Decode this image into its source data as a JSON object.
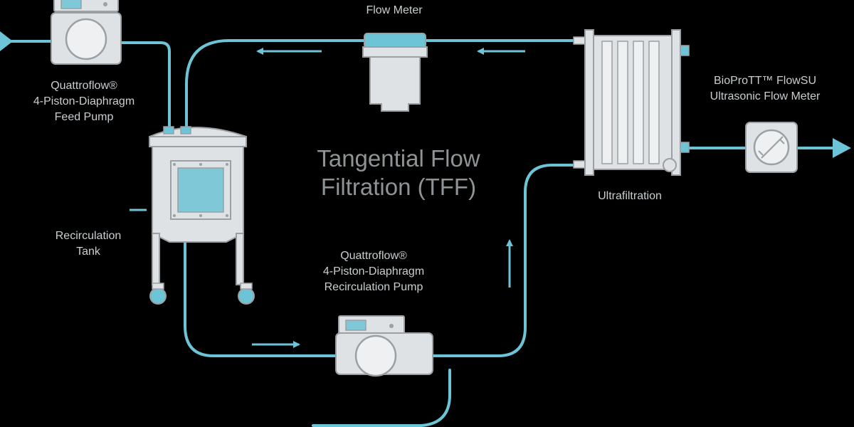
{
  "title": {
    "line1": "Tangential Flow",
    "line2": "Filtration (TFF)"
  },
  "labels": {
    "flow_meter": "Flow Meter",
    "feed_pump": [
      "Quattroflow®",
      "4-Piston-Diaphragm",
      "Feed Pump"
    ],
    "recirc_tank": [
      "Recirculation",
      "Tank"
    ],
    "recirc_pump": [
      "Quattroflow®",
      "4-Piston-Diaphragm",
      "Recirculation Pump"
    ],
    "ultrafiltration": "Ultrafiltration",
    "flowsu": [
      "BioProTT™ FlowSU",
      "Ultrasonic Flow Meter"
    ]
  },
  "colors": {
    "pipe": "#6cc4d6",
    "equipment_fill": "#dfe2e4",
    "equipment_stroke": "#9aa0a4",
    "screen": "#7ec8d8",
    "label": "#c9ced1",
    "title": "#8e9396",
    "background": "#000000"
  },
  "icons": [
    "feed-pump-icon",
    "flow-meter-icon",
    "recirculation-tank-icon",
    "recirculation-pump-icon",
    "ultrafiltration-module-icon",
    "ultrasonic-flow-meter-icon",
    "flow-arrow-icon"
  ]
}
